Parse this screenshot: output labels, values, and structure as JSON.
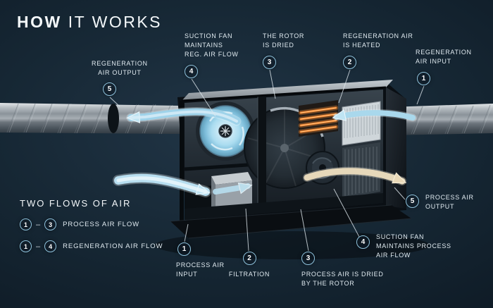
{
  "colors": {
    "background": "#162734",
    "accent_ring": "#8fc3dd",
    "label_text": "#e0eaf0",
    "process_flow": "#b7def0",
    "output_flow": "#e6d8ba",
    "heater_glow": "#f08a2e"
  },
  "title": {
    "word_bold": "HOW",
    "word_rest": "IT WORKS"
  },
  "callouts": {
    "reg_air_output": {
      "num": "5",
      "label": "REGENERATION\nAIR OUTPUT"
    },
    "suction_fan_reg": {
      "num": "4",
      "label": "SUCTION FAN\nMAINTAINS\nREG. AIR FLOW"
    },
    "rotor_dried": {
      "num": "3",
      "label": "THE ROTOR\nIS DRIED"
    },
    "reg_air_heated": {
      "num": "2",
      "label": "REGENERATION AIR\nIS HEATED"
    },
    "reg_air_input": {
      "num": "1",
      "label": "REGENERATION\nAIR INPUT"
    },
    "process_air_input": {
      "num": "1",
      "label": "PROCESS AIR\nINPUT"
    },
    "filtration": {
      "num": "2",
      "label": "FILTRATION"
    },
    "process_air_dried": {
      "num": "3",
      "label": "PROCESS AIR IS DRIED\nBY THE ROTOR"
    },
    "suction_fan_process": {
      "num": "4",
      "label": "SUCTION FAN\nMAINTAINS PROCESS\nAIR FLOW"
    },
    "process_air_output": {
      "num": "5",
      "label": "PROCESS AIR\nOUTPUT"
    }
  },
  "legend": {
    "title": "TWO FLOWS OF AIR",
    "rows": [
      {
        "from": "1",
        "dash": "–",
        "to": "3",
        "label": "PROCESS AIR FLOW"
      },
      {
        "from": "1",
        "dash": "–",
        "to": "4",
        "label": "REGENERATION AIR FLOW"
      }
    ]
  }
}
